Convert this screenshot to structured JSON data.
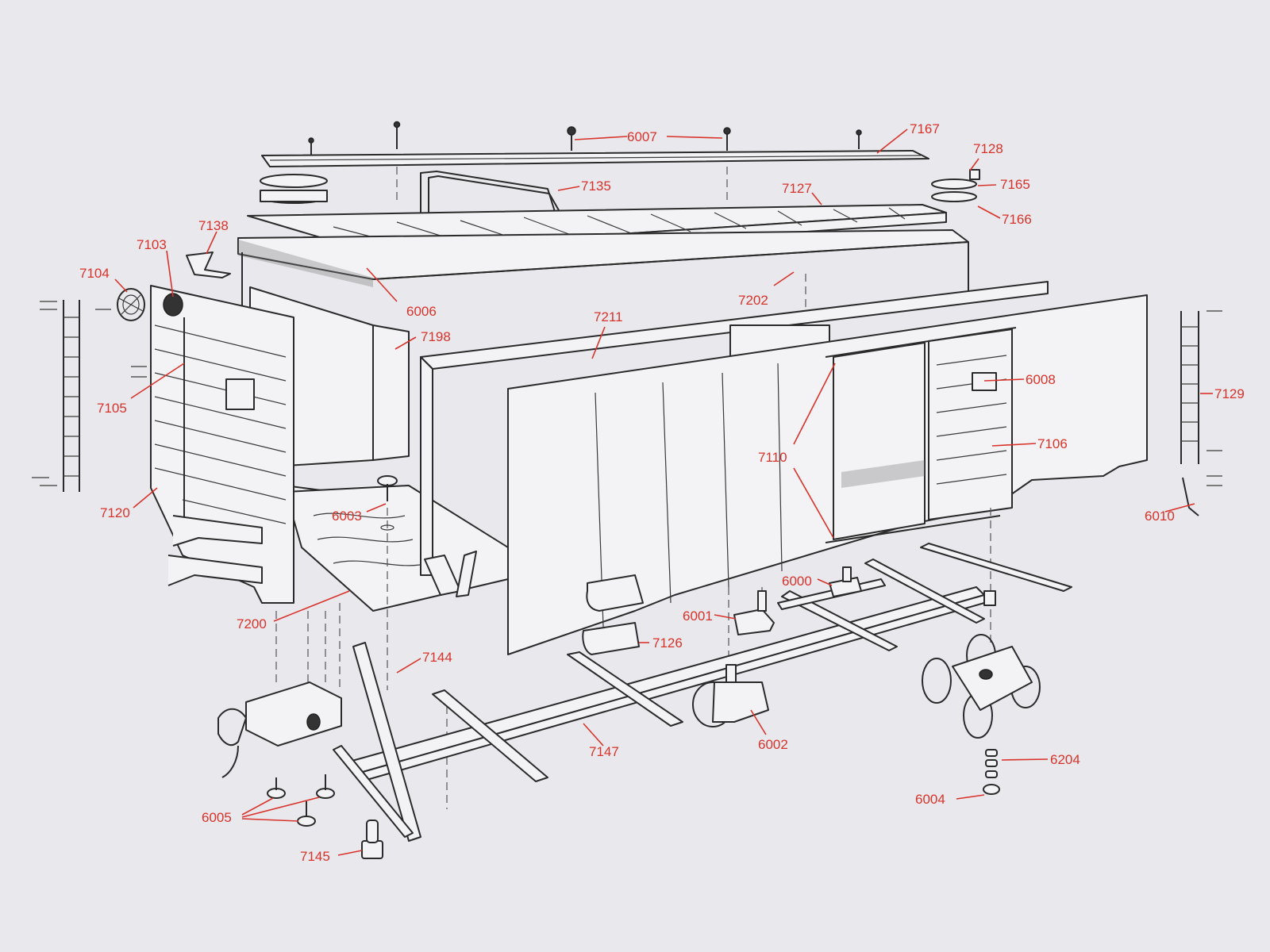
{
  "diagram": {
    "callouts": [
      {
        "id": "7167",
        "label": "7167"
      },
      {
        "id": "6007",
        "label": "6007"
      },
      {
        "id": "7128",
        "label": "7128"
      },
      {
        "id": "7165",
        "label": "7165"
      },
      {
        "id": "7166",
        "label": "7166"
      },
      {
        "id": "7135",
        "label": "7135"
      },
      {
        "id": "7127",
        "label": "7127"
      },
      {
        "id": "7138",
        "label": "7138"
      },
      {
        "id": "7103",
        "label": "7103"
      },
      {
        "id": "7104",
        "label": "7104"
      },
      {
        "id": "6006",
        "label": "6006"
      },
      {
        "id": "7202",
        "label": "7202"
      },
      {
        "id": "7211",
        "label": "7211"
      },
      {
        "id": "7198",
        "label": "7198"
      },
      {
        "id": "7105",
        "label": "7105"
      },
      {
        "id": "6008",
        "label": "6008"
      },
      {
        "id": "7129",
        "label": "7129"
      },
      {
        "id": "7106",
        "label": "7106"
      },
      {
        "id": "7110",
        "label": "7110"
      },
      {
        "id": "7120",
        "label": "7120"
      },
      {
        "id": "6003",
        "label": "6003"
      },
      {
        "id": "6010",
        "label": "6010"
      },
      {
        "id": "6000",
        "label": "6000"
      },
      {
        "id": "6001",
        "label": "6001"
      },
      {
        "id": "7200",
        "label": "7200"
      },
      {
        "id": "7126",
        "label": "7126"
      },
      {
        "id": "7144",
        "label": "7144"
      },
      {
        "id": "7147",
        "label": "7147"
      },
      {
        "id": "6002",
        "label": "6002"
      },
      {
        "id": "6204",
        "label": "6204"
      },
      {
        "id": "6004",
        "label": "6004"
      },
      {
        "id": "6005",
        "label": "6005"
      },
      {
        "id": "7145",
        "label": "7145"
      }
    ],
    "colors": {
      "background": "#e9e8ec",
      "callout_red": "#d8332b",
      "line_art": "#2a2a2a"
    }
  }
}
